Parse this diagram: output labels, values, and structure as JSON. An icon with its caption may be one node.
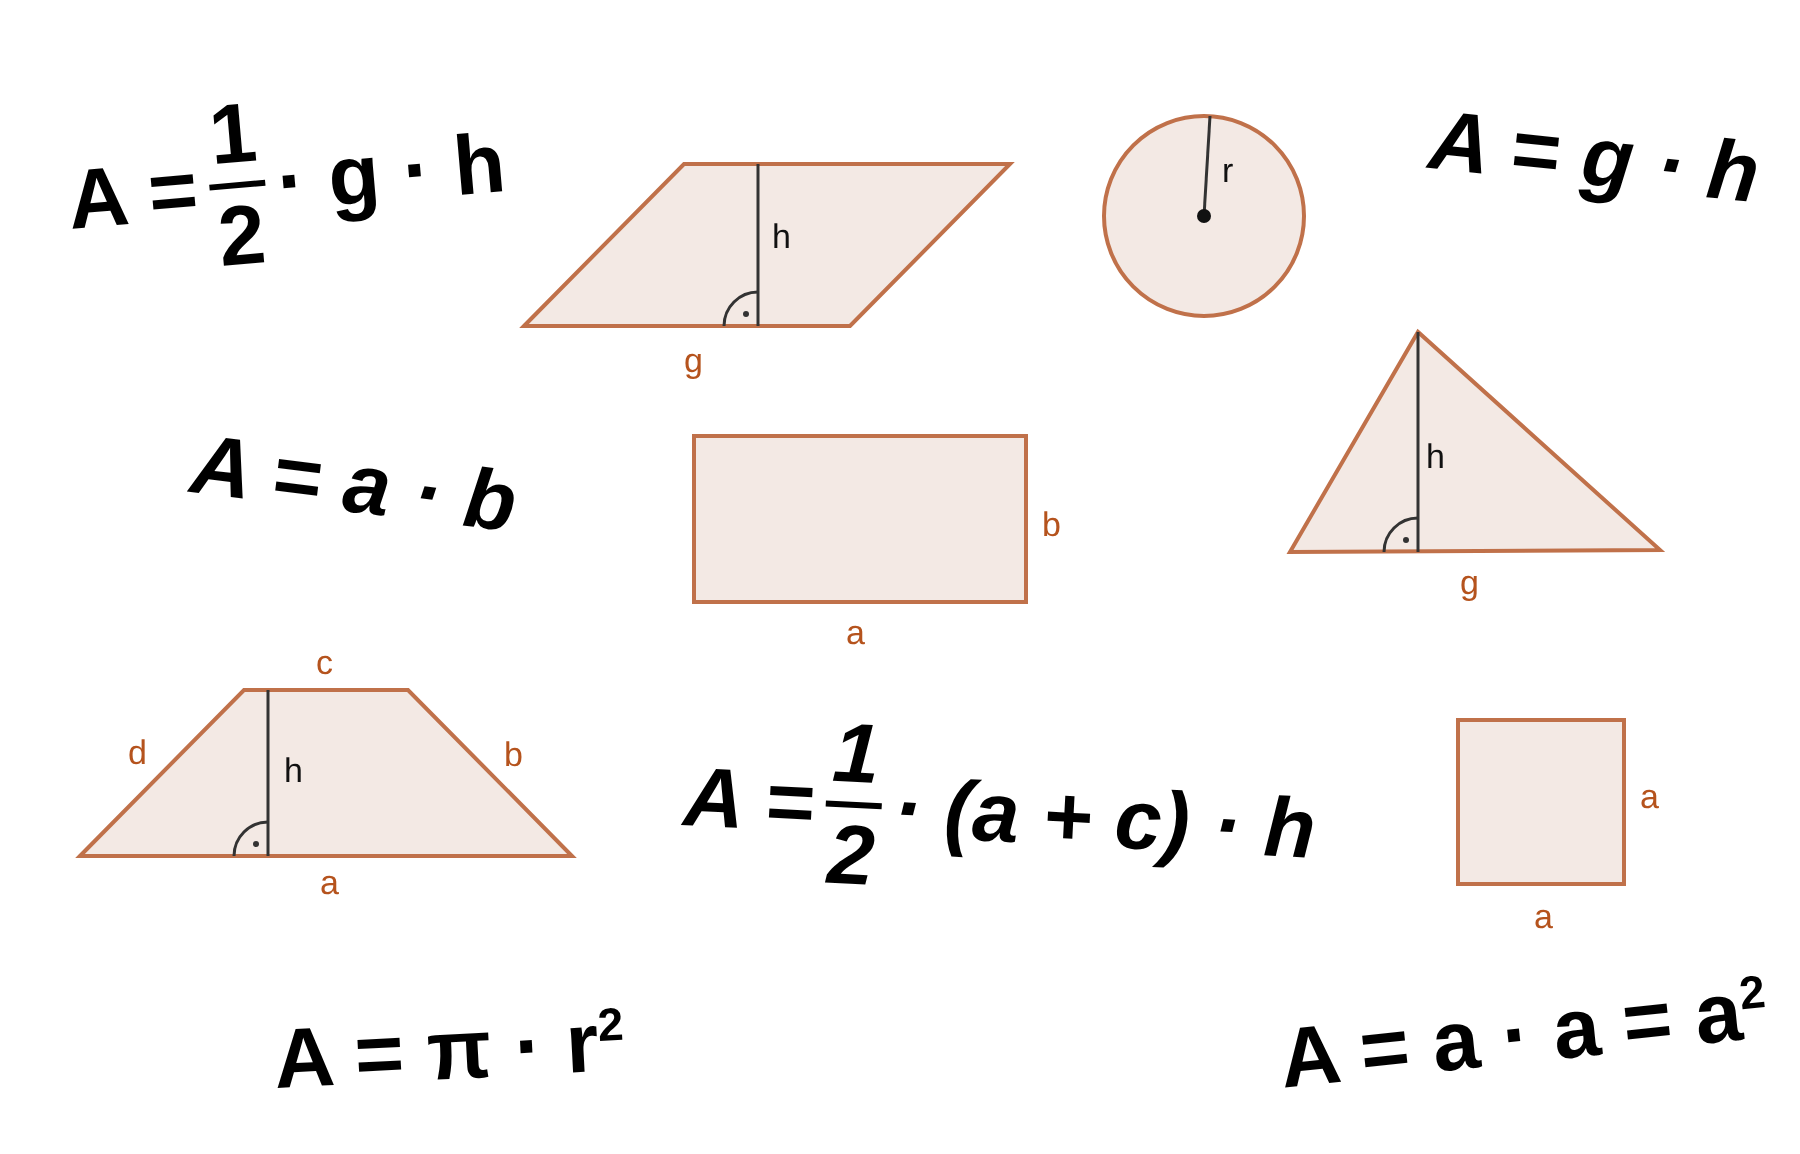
{
  "diagram": {
    "nodes": [
      {
        "text": [
          "h"
        ],
        "beside": [
          "g"
        ]
      },
      {
        "text": [
          "r"
        ]
      },
      {
        "text": [],
        "shape": "box",
        "beside": [
          "b",
          "a"
        ]
      },
      {
        "text": [
          "h"
        ],
        "beside": [
          "g"
        ]
      },
      {
        "text": [
          "h"
        ],
        "beside": [
          "c",
          "d",
          "b",
          "a"
        ]
      },
      {
        "text": [],
        "shape": "box",
        "beside": [
          "a",
          "a"
        ]
      }
    ],
    "edges": [],
    "labels": [
      "A =",
      "1",
      "2",
      "· g · h",
      "A = g · h",
      "A = a · b",
      "A =",
      "1",
      "2",
      "· (a + c) · h",
      "A = π · r$^{2}$",
      "A = a · a = a$^{2}$"
    ]
  }
}
